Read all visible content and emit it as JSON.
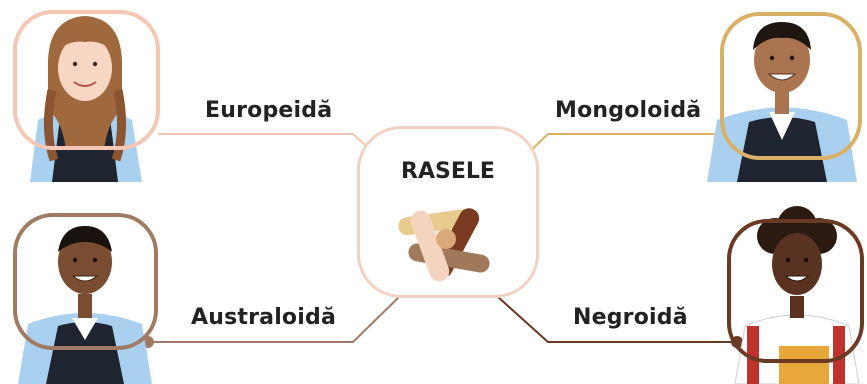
{
  "center": {
    "title": "RASELE",
    "icon": "joined-hands-icon"
  },
  "nodes": [
    {
      "id": "europoid",
      "label": "Europeidă",
      "frame_color": "#f3c7b3",
      "figure": "girl-with-braids"
    },
    {
      "id": "mongoloid",
      "label": "Mongoloidă",
      "frame_color": "#d9b066",
      "figure": "boy-smiling"
    },
    {
      "id": "australoid",
      "label": "Australoidă",
      "frame_color": "#a07a62",
      "figure": "boy-short-hair"
    },
    {
      "id": "negroid",
      "label": "Negroidă",
      "frame_color": "#6b3a24",
      "figure": "girl-curly-hair"
    }
  ],
  "colors": {
    "skin_light": "#f7d7c4",
    "skin_tan": "#d9a97a",
    "skin_brown": "#8b5a3c",
    "skin_dark": "#5a3222",
    "shirt_blue": "#a9d1ef",
    "vest_dark": "#1e2430"
  }
}
